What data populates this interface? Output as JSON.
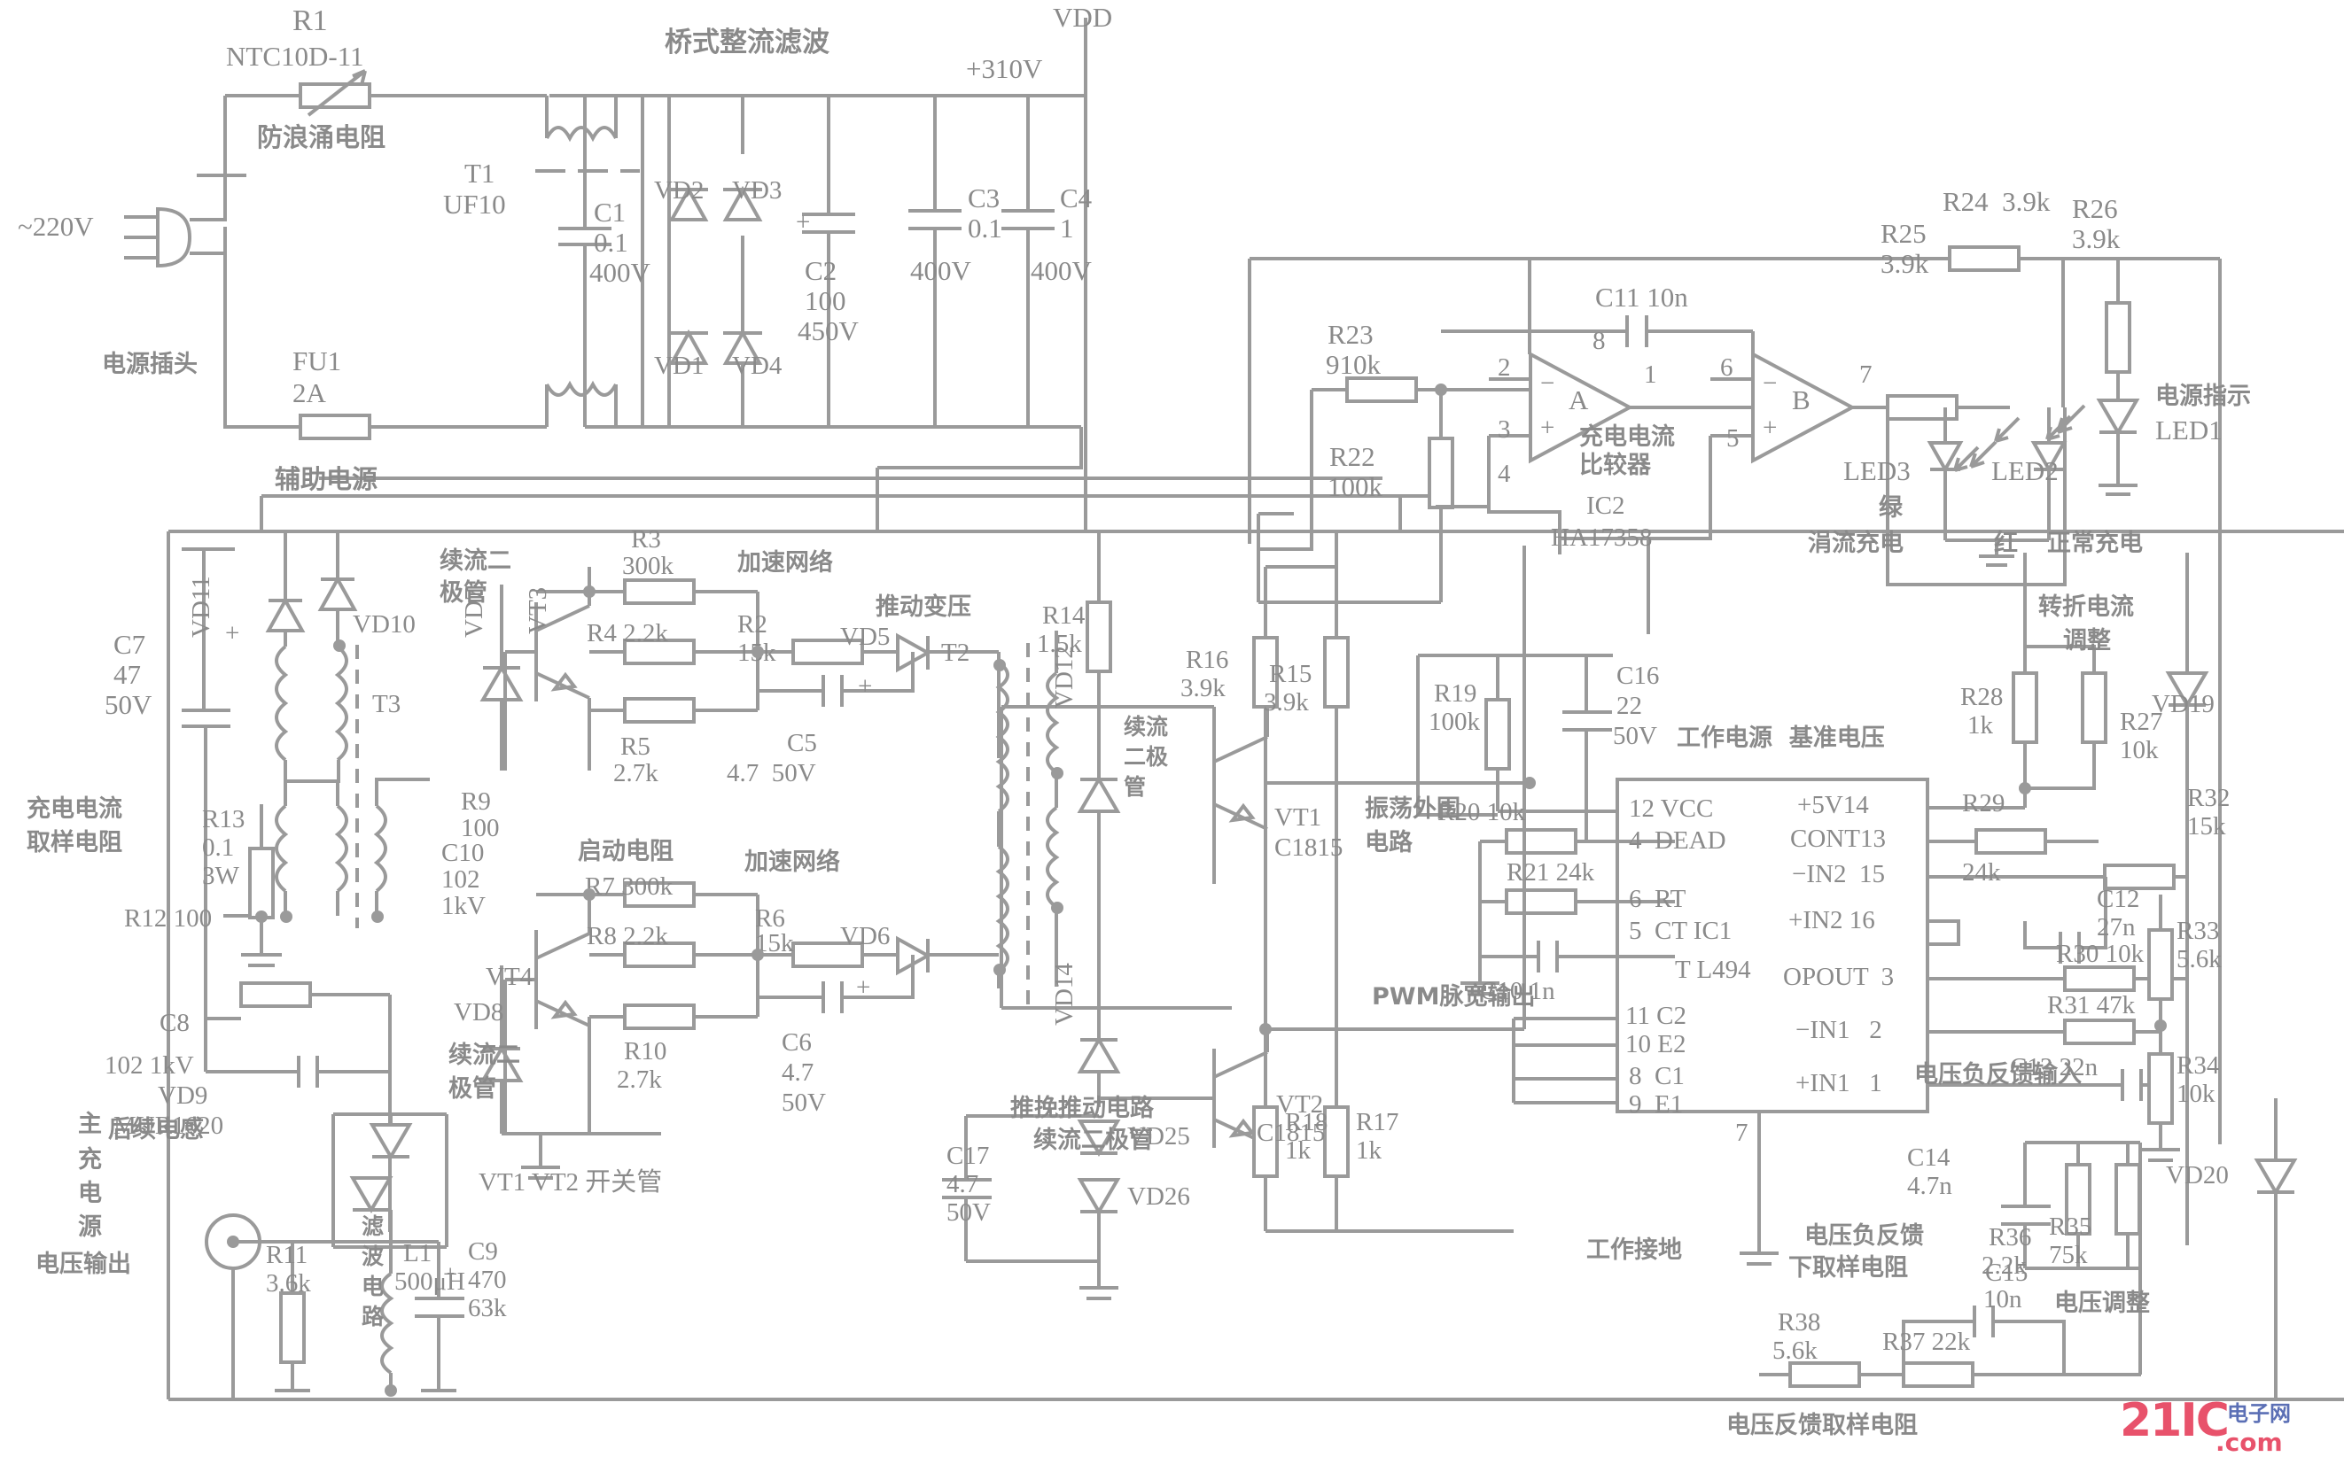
{
  "diagram": {
    "title_watermark": "21IC电子网",
    "watermark_sub": ".com",
    "watermark_cn": "电子网"
  },
  "input_section": {
    "r1_ref": "R1",
    "r1_val": "NTC10D-11",
    "r1_note": "防浪涌电阻",
    "ac_source": "~220V",
    "plug_label": "电源插头",
    "fu1_ref": "FU1",
    "fu1_val": "2A",
    "t1_ref": "T1",
    "t1_val": "UF10",
    "c1_ref": "C1",
    "c1_val": "0.1",
    "c1_volt": "400V"
  },
  "rectifier": {
    "title": "桥式整流滤波",
    "vd2": "VD2",
    "vd3": "VD3",
    "vd1": "VD1",
    "vd4": "VD4",
    "c2_ref": "C2",
    "c2_val": "100",
    "c2_volt": "450V",
    "c3_ref": "C3",
    "c3_val": "0.1",
    "c3_volt": "400V",
    "c4_ref": "C4",
    "c4_val": "1",
    "c4_volt": "400V",
    "vdd": "VDD",
    "vdd_val": "+310V"
  },
  "comparator": {
    "r23_ref": "R23",
    "r23_val": "910k",
    "r22_ref": "R22",
    "r22_val": "100k",
    "c11": "C11 10n",
    "pin2": "2",
    "pin8": "8",
    "pin1": "1",
    "pin3": "3",
    "pin4": "4",
    "pin6": "6",
    "pin7": "7",
    "pin5": "5",
    "opa": "A",
    "opb": "B",
    "name_cn1": "充电电流",
    "name_cn2": "比较器",
    "ic2": "IC2",
    "ic2_part": "HA17358",
    "r24": "R24  3.9k",
    "r25_ref": "R25",
    "r25_val": "3.9k",
    "r26_ref": "R26",
    "r26_val": "3.9k",
    "led3": "LED3",
    "led3_color": "绿",
    "led3_note": "涓流充电",
    "led2": "LED2",
    "led2_color": "红",
    "led2_note": "正常充电",
    "led1_note": "电源指示",
    "led1": "LED1"
  },
  "aux_supply": {
    "title": "辅助电源",
    "c7_ref": "C7",
    "c7_val": "47",
    "c7_volt": "50V",
    "vd11": "VD11",
    "vd10": "VD10",
    "t3": "T3",
    "vd7": "VD7",
    "vt3": "VT3",
    "freewheel_cn1": "续流二",
    "freewheel_cn2": "极管",
    "r9_ref": "R9",
    "r9_val": "100",
    "c10b_ref": "C10",
    "c10b_val": "102",
    "c10b_volt": "1kV"
  },
  "sampling": {
    "label_cn1": "充电电流",
    "label_cn2": "取样电阻",
    "r13_ref": "R13",
    "r13_val": "0.1",
    "r13_pw": "3W",
    "r12": "R12 100",
    "c8_ref": "C8",
    "c8_val": "102 1kV",
    "vd9": "VD9",
    "main_cn": "主",
    "vd9_part": "MUR1620",
    "chg_src_cn": "充\n电\n源",
    "vout_cn": "电压输出",
    "ind_cn": "后续电感",
    "l1_ref": "L1",
    "l1_val": "500μH",
    "vd8": "VD8",
    "vd8_cn1": "续流二",
    "vd8_cn2": "极管",
    "r11_ref": "R11",
    "r11_val": "3.6k",
    "filter_cn": "滤波\n电路",
    "c9_ref": "C9",
    "c9_val": "470",
    "c9_volt": "63k"
  },
  "driver": {
    "r3_ref": "R3",
    "r3_val": "300k",
    "r4": "R4 2.2k",
    "r5_ref": "R5",
    "r5_val": "2.7k",
    "accel_cn": "加速网络",
    "r2_ref": "R2",
    "r2_val": "15k",
    "c5_ref": "C5",
    "c5_val": "4.7  50V",
    "vd5": "VD5",
    "push_tr_cn": "推动变压",
    "t2": "T2",
    "start_res_cn": "启动电阻",
    "r7": "R7 300k",
    "r8": "R8 2.2k",
    "r10_ref": "R10",
    "r10_val": "2.7k",
    "r6_ref": "R6",
    "r6_val": "15k",
    "c6_ref": "C6",
    "c6_val": "4.7",
    "c6_volt": "50V",
    "vd6": "VD6",
    "vt4": "VT4",
    "switch_cn": "VT1 VT2 开关管"
  },
  "pushpull": {
    "r14_ref": "R14",
    "r14_val": "1.5k",
    "vd12": "VD12",
    "fw_cn1": "续流",
    "fw_cn2": "二极",
    "fw_cn3": "管",
    "vt1": "VT1",
    "vt1_part": "C1815",
    "vd14": "VD14",
    "vt2": "VT2",
    "vt2_part": "C1815",
    "title_cn1": "推挽推动电路",
    "title_cn2": "续流二极管",
    "c17_ref": "C17",
    "c17_val": "4.7",
    "c17_volt": "50V",
    "vd25": "VD25",
    "vd26": "VD26",
    "r16_ref": "R16",
    "r16_val": "3.9k",
    "r15_ref": "R15",
    "r15_val": "3.9k",
    "r18_ref": "R18",
    "r18_val": "1k",
    "r17_ref": "R17",
    "r17_val": "1k",
    "pwm_cn": "PWM脉宽输出"
  },
  "tl494": {
    "osc_cn1": "振荡外围",
    "osc_cn2": "电路",
    "r19_ref": "R19",
    "r19_val": "100k",
    "c16_ref": "C16",
    "c16_val": "22",
    "c16_volt": "50V",
    "r20": "R20 10k",
    "r21": "R21 24k",
    "c10": "C10 1n",
    "header_cn": "工作电源  基准电压",
    "p12": "12 VCC",
    "p4": "4  DEAD",
    "p6": "6  RT",
    "p5": "5  CT IC1",
    "part": "T L494",
    "p11": "11 C2",
    "p10": "10 E2",
    "p8": "8  C1",
    "p9": "9  E1",
    "p14": "+5V14",
    "p13": "CONT13",
    "p15": "−IN2  15",
    "p16": "+IN2 16",
    "p3": "OPOUT  3",
    "p2": "−IN1   2",
    "p1": "+IN1   1",
    "p7": "7",
    "gnd_cn": "工作接地"
  },
  "feedback": {
    "turn_cn1": "转折电流",
    "turn_cn2": "调整",
    "r28_ref": "R28",
    "r28_val": "1k",
    "r27_ref": "R27",
    "r27_val": "10k",
    "vd19": "VD19",
    "r29_ref": "R29",
    "r29_val": "24k",
    "r32_ref": "R32",
    "r32_val": "15k",
    "c12_ref": "C12",
    "c12_val": "27n",
    "r30": "R30 10k",
    "r31": "R31 47k",
    "c13": "C13 22n",
    "r33_ref": "R33",
    "r33_val": "5.6k",
    "r34_ref": "R34",
    "r34_val": "10k",
    "vneg_in_cn": "电压负反馈输入",
    "c14_ref": "C14",
    "c14_val": "4.7n",
    "vneg_cn1": "电压负反馈",
    "vneg_cn2": "下取样电阻",
    "r36_ref": "R36",
    "r36_val": "2.2k",
    "r35_ref": "R35",
    "r35_val": "75k",
    "vadj_cn": "电压调整",
    "vd20": "VD20",
    "c15_ref": "C15",
    "c15_val": "10n",
    "r38_ref": "R38",
    "r38_val": "5.6k",
    "r37": "R37 22k",
    "vfb_cn": "电压反馈取样电阻"
  },
  "colors": {
    "ink": "#8d8d8d",
    "wire": "#9a9a9a",
    "wm_red": "#e8526b",
    "wm_blue": "#5b6fb5"
  }
}
